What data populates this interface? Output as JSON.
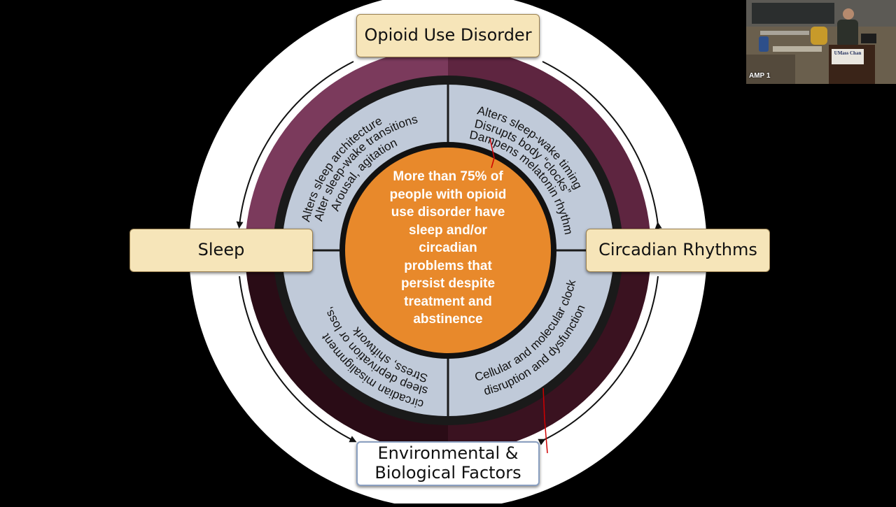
{
  "center": {
    "lines": [
      "More than 75% of",
      "people with opioid",
      "use disorder have",
      "sleep and/or",
      "circadian",
      "problems that",
      "persist despite",
      "treatment and",
      "abstinence"
    ]
  },
  "boxes": {
    "top": "Opioid Use Disorder",
    "left": "Sleep",
    "right": "Circadian Rhythms",
    "bottom_line1": "Environmental &",
    "bottom_line2": "Biological Factors"
  },
  "quadrants": {
    "top_left": [
      "Alters sleep architecture",
      "Alter sleep-wake transitions",
      "Arousal, agitation"
    ],
    "top_right": [
      "Alters sleep-wake timing",
      "Disrupts body “clocks”",
      "Dampens melatonin rhythms"
    ],
    "bottom_left": [
      "Stress, shiftwork",
      "sleep deprivation or loss,",
      "circadian misalignment"
    ],
    "bottom_right": [
      "Cellular and molecular clock",
      "disruption and dysfunction"
    ]
  },
  "webcam": {
    "label": "AMP 1",
    "podium_text": "UMass Chan"
  },
  "colors": {
    "background": "#000000",
    "outer_ring": "#ffffff",
    "maroon_top_left": "#7b3a5c",
    "maroon_top_right": "#5e2540",
    "maroon_dark": "#2e0e18",
    "inner_ring": "#c0cad9",
    "center_fill": "#e8892b",
    "box_cream": "#f6e5b9",
    "annotation_red": "#d00000"
  }
}
